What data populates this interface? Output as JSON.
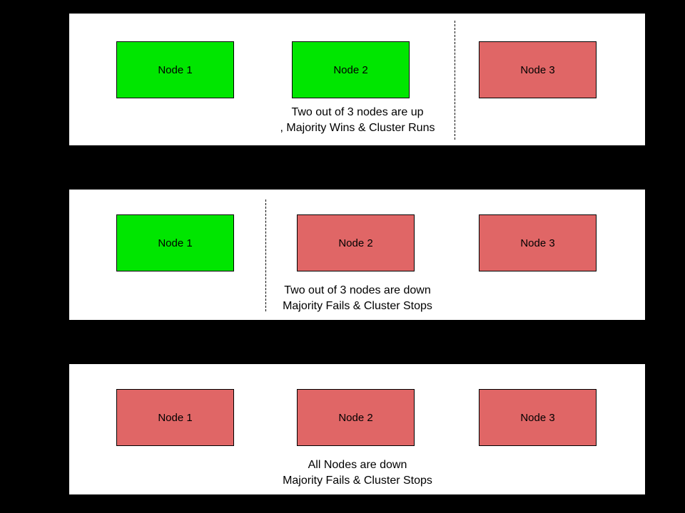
{
  "colors": {
    "background": "#000000",
    "panel_background": "#ffffff",
    "node_up": "#00e600",
    "node_down": "#e06666",
    "border": "#000000"
  },
  "panels": [
    {
      "nodes": [
        {
          "label": "Node 1",
          "status": "up",
          "color": "#00e600"
        },
        {
          "label": "Node 2",
          "status": "up",
          "color": "#00e600"
        },
        {
          "label": "Node 3",
          "status": "down",
          "color": "#e06666"
        }
      ],
      "caption_line1": "Two out of 3 nodes are up",
      "caption_line2": ", Majority Wins & Cluster Runs",
      "has_divider": true
    },
    {
      "nodes": [
        {
          "label": "Node 1",
          "status": "up",
          "color": "#00e600"
        },
        {
          "label": "Node 2",
          "status": "down",
          "color": "#e06666"
        },
        {
          "label": "Node 3",
          "status": "down",
          "color": "#e06666"
        }
      ],
      "caption_line1": "Two out of 3 nodes are down",
      "caption_line2": "Majority Fails & Cluster Stops",
      "has_divider": true
    },
    {
      "nodes": [
        {
          "label": "Node 1",
          "status": "down",
          "color": "#e06666"
        },
        {
          "label": "Node 2",
          "status": "down",
          "color": "#e06666"
        },
        {
          "label": "Node 3",
          "status": "down",
          "color": "#e06666"
        }
      ],
      "caption_line1": "All Nodes are down",
      "caption_line2": "Majority Fails & Cluster Stops",
      "has_divider": false
    }
  ]
}
